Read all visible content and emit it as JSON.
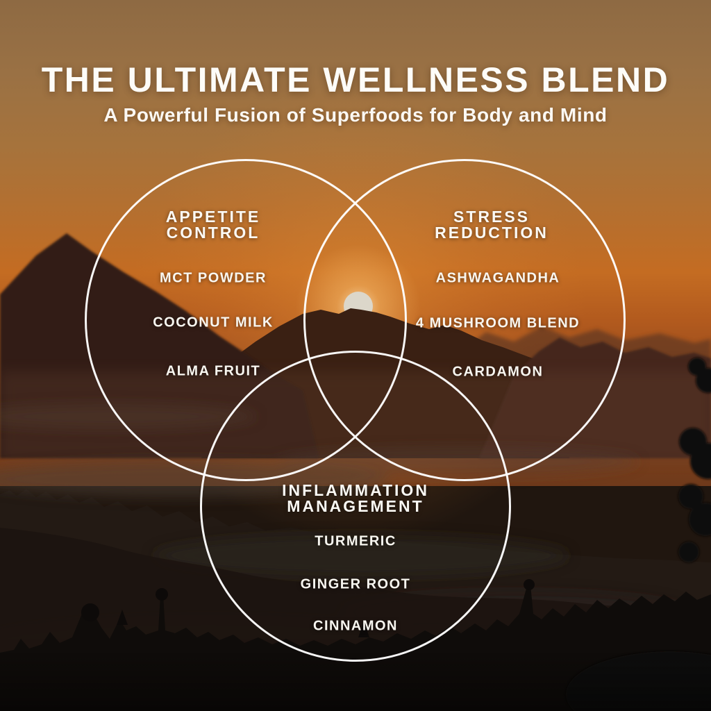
{
  "header": {
    "title": "THE ULTIMATE WELLNESS BLEND",
    "subtitle": "A Powerful Fusion of Superfoods for Body and Mind"
  },
  "venn": {
    "circles": [
      {
        "name": "appetite-control",
        "title_line1": "APPETITE",
        "title_line2": "CONTROL",
        "items": [
          "MCT POWDER",
          "COCONUT MILK",
          "ALMA FRUIT"
        ]
      },
      {
        "name": "stress-reduction",
        "title_line1": "STRESS",
        "title_line2": "REDUCTION",
        "items": [
          "ASHWAGANDHA",
          "4 MUSHROOM BLEND",
          "CARDAMON"
        ]
      },
      {
        "name": "inflammation-management",
        "title_line1": "INFLAMMATION",
        "title_line2": "MANAGEMENT",
        "items": [
          "TURMERIC",
          "GINGER ROOT",
          "CINNAMON"
        ]
      }
    ]
  },
  "colors": {
    "text": "#fbf9f4",
    "circle_stroke": "#ffffff",
    "sky_top": "#967044",
    "sky_glow": "#c86d22",
    "sun": "#dcd7ca",
    "mountains": "#3a2114",
    "foreground_forest": "#100d0b"
  }
}
